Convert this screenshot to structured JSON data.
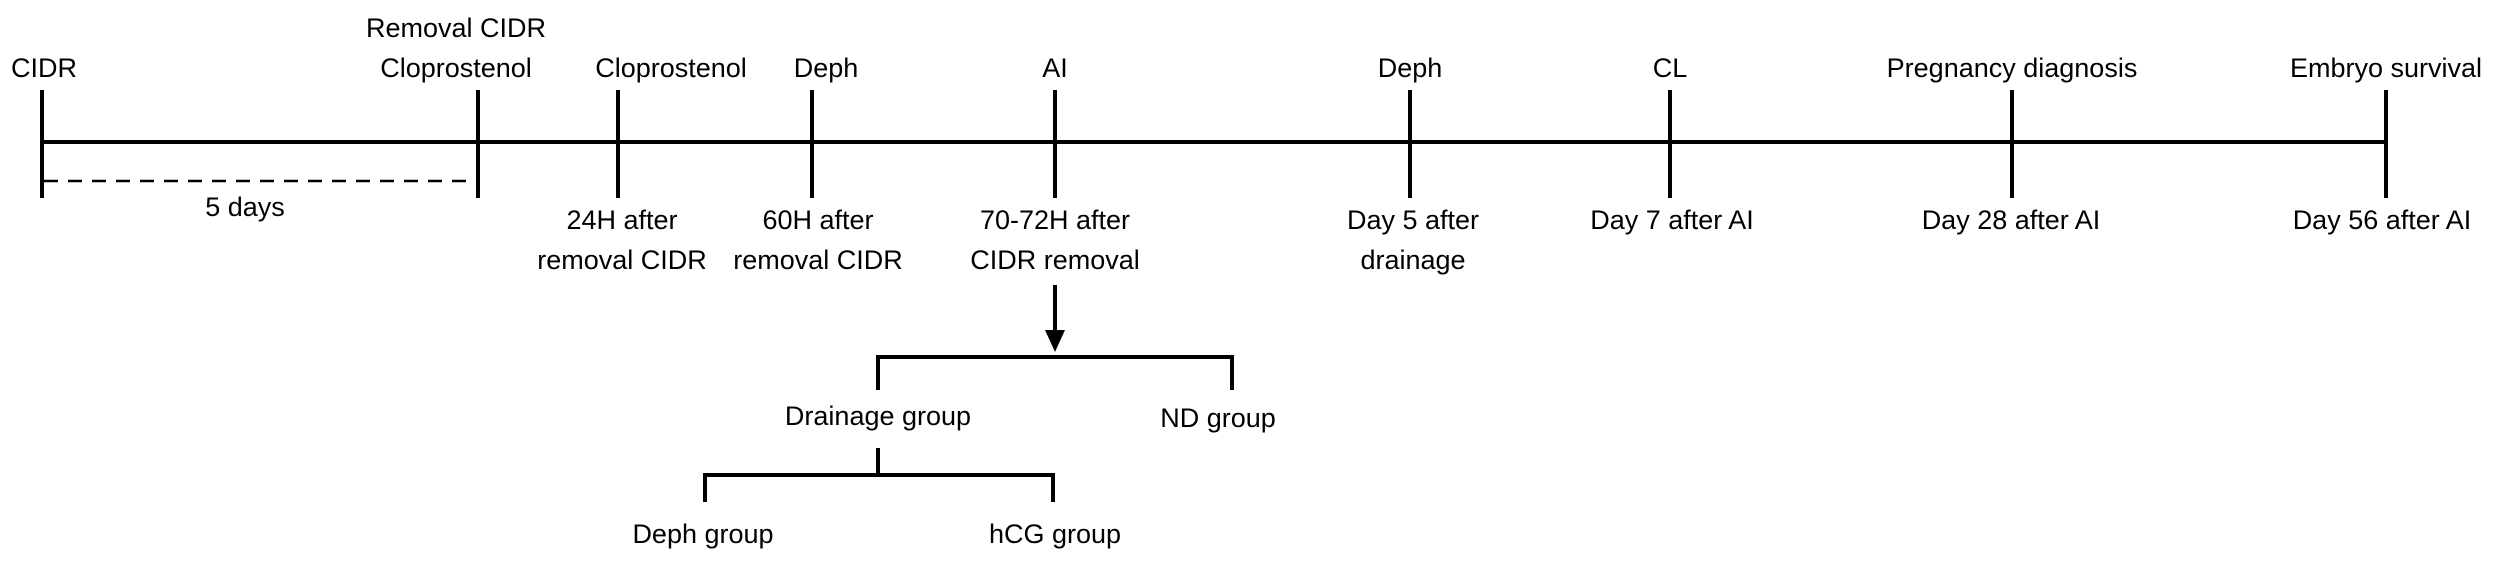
{
  "events": [
    {
      "above": [
        "CIDR"
      ],
      "below": []
    },
    {
      "above": [
        "Removal CIDR",
        "Cloprostenol"
      ],
      "below": []
    },
    {
      "above": [
        "Cloprostenol"
      ],
      "below": [
        "24H after",
        "removal CIDR"
      ]
    },
    {
      "above": [
        "Deph"
      ],
      "below": [
        "60H after",
        "removal CIDR"
      ]
    },
    {
      "above": [
        "AI"
      ],
      "below": [
        "70-72H after",
        "CIDR removal"
      ]
    },
    {
      "above": [
        "Deph"
      ],
      "below": [
        "Day 5 after",
        "drainage"
      ]
    },
    {
      "above": [
        "CL"
      ],
      "below": [
        "Day 7 after AI"
      ]
    },
    {
      "above": [
        "Pregnancy diagnosis"
      ],
      "below": [
        "Day 28 after AI"
      ]
    },
    {
      "above": [
        "Embryo survival"
      ],
      "below": [
        "Day 56 after AI"
      ]
    }
  ],
  "interval_label": "5 days",
  "groups": {
    "drainage": "Drainage group",
    "nd": "ND group",
    "deph": "Deph group",
    "hcg": "hCG group"
  }
}
